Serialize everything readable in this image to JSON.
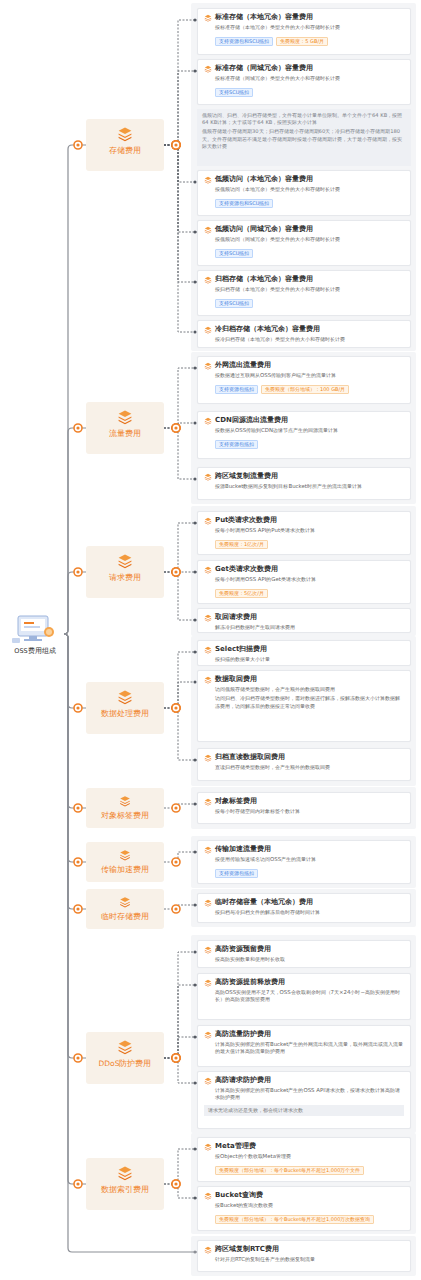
{
  "diagram": {
    "nodes": [
      {
        "text": [
          "OSS费用组成"
        ]
      },
      {
        "text": [
          "存储费用"
        ]
      },
      {
        "text": [
          "标准存储（本地冗余）容量费用",
          "按标准存储（本地冗余）类型文件的大小和存储时长计费",
          "支持资源包和SCU抵扣",
          "免费额度：5 GB/月"
        ]
      },
      {
        "text": [
          "标准存储（同城冗余）容量费用",
          "按标准存储（同城冗余）类型文件的大小和存储时长计费",
          "支持SCU抵扣"
        ]
      },
      {
        "text": [
          "低频访问、归档、冷归档存储类型，文件有最小计量单位限制。单个文件小于64 KB，按照64 KB计算；大于或等于64 KB，按照实际大小计算",
          "低频存储最小存储周期30天；归档存储最小存储周期60天；冷归档存储最小存储周期180天。文件存储周期若不满足最小存储周期时按最小存储周期计费，大于最小存储周期，按实际天数计费"
        ]
      },
      {
        "text": [
          "低频访问（本地冗余）容量费用",
          "按低频访问（本地冗余）类型文件的大小和存储时长计费",
          "支持资源包和SCU抵扣"
        ]
      },
      {
        "text": [
          "低频访问（同城冗余）容量费用",
          "按低频访问（同城冗余）类型文件的大小和存储时长计费",
          "支持SCU抵扣"
        ]
      },
      {
        "text": [
          "归档存储（本地冗余）容量费用",
          "按归档存储（本地冗余）类型文件的大小和存储时长计费",
          "支持SCU抵扣"
        ]
      },
      {
        "text": [
          "冷归档存储（本地冗余）容量费用",
          "按冷归档存储（本地冗余）类型文件的大小和存储时长计费"
        ]
      },
      {
        "text": [
          "流量费用"
        ]
      },
      {
        "text": [
          "外网流出流量费用",
          "按数据通过互联网从OSS传输到客户端产生的流量计算",
          "支持资源包抵扣",
          "免费额度（部分地域）：100 GB/月"
        ]
      },
      {
        "text": [
          "CDN回源流出流量费用",
          "按数据从OSS传输到CDN边缘节点产生的回源流量计算",
          "支持资源包抵扣"
        ]
      },
      {
        "text": [
          "跨区域复制流量费用",
          "按源Bucket数据同步复制到目标Bucket时所产生的流出流量计算"
        ]
      },
      {
        "text": [
          "请求费用"
        ]
      },
      {
        "text": [
          "Put类请求次数费用",
          "按每小时调用OSS API的Put类请求次数计算",
          "免费额度：1亿次/月"
        ]
      },
      {
        "text": [
          "Get类请求次数费用",
          "按每小时调用OSS API的Get类请求次数计算",
          "免费额度：5亿次/月"
        ]
      },
      {
        "text": [
          "取回请求费用",
          "解冻冷归档数据时产生取回请求费用"
        ]
      },
      {
        "text": [
          "数据处理费用"
        ]
      },
      {
        "text": [
          "Select扫描费用",
          "按扫描的数据量大小计量"
        ]
      },
      {
        "text": [
          "数据取回费用",
          "访问低频存储类型数据时，会产生额外的数据取回费用",
          "访问归档、冷归档存储类型数据时，需对数据进行解冻，按解冻数据大小计算数据解冻费用，访问解冻后的数据按正常访问量收费"
        ]
      },
      {
        "text": [
          "归档直读数据取回费用",
          "直读归档存储类型数据时，会产生额外的数据取回费"
        ]
      },
      {
        "text": [
          "对象标签费用"
        ]
      },
      {
        "text": [
          "对象标签费用",
          "按每小时存储空间内对象标签个数计算"
        ]
      },
      {
        "text": [
          "传输加速费用"
        ]
      },
      {
        "text": [
          "传输加速流量费用",
          "按使用传输加速域名访问OSS产生的流量计算",
          "支持资源包抵扣"
        ]
      },
      {
        "text": [
          "临时存储费用"
        ]
      },
      {
        "text": [
          "临时存储容量（本地冗余）费用",
          "按归档与冷归档文件的解冻后临时存储时间计算"
        ]
      },
      {
        "text": [
          "DDoS防护费用"
        ]
      },
      {
        "text": [
          "高防资源预留费用",
          "按高防实例数量和使用时长收取"
        ]
      },
      {
        "text": [
          "高防资源提前释放费用",
          "高防OSS实例使用不足7天，OSS会收取剩余时间（7天×24小时−高防实例使用时长）的高防资源预留费用"
        ]
      },
      {
        "text": [
          "高防流量防护费用",
          "计算高防实例绑定的所有Bucket产生的外网流出和流入流量，取外网流出或流入流量的最大值计算高防流量防护费用"
        ]
      },
      {
        "text": [
          "高防请求防护费用",
          "计算高防实例绑定的所有Bucket产生的OSS API请求次数，按请求次数计算高防请求防护费用",
          "请求无论成功还是失败，都会统计请求次数"
        ]
      },
      {
        "text": [
          "数据索引费用"
        ]
      },
      {
        "text": [
          "Meta管理费",
          "按Object的个数收取Meta管理费",
          "免费额度（部分地域）：每个Bucket每月不超过1,000万个文件"
        ]
      },
      {
        "text": [
          "Bucket查询费",
          "按Bucket的查询次数收费",
          "免费额度（部分地域）：每个Bucket每月不超过1,000万次数据查询"
        ]
      },
      {
        "text": [
          "跨区域复制RTC费用",
          "针对开启RTC的复制任务产生的数据复制流量"
        ]
      }
    ],
    "edges": [
      {
        "from": 0,
        "to": 1,
        "arrow": "none"
      },
      {
        "from": 1,
        "to": 2,
        "arrow": "none"
      },
      {
        "from": 1,
        "to": 3,
        "arrow": "none"
      },
      {
        "from": 1,
        "to": 5,
        "arrow": "none"
      },
      {
        "from": 1,
        "to": 6,
        "arrow": "none"
      },
      {
        "from": 1,
        "to": 7,
        "arrow": "none"
      },
      {
        "from": 1,
        "to": 8,
        "arrow": "none"
      },
      {
        "from": 0,
        "to": 9,
        "arrow": "none"
      },
      {
        "from": 9,
        "to": 10,
        "arrow": "none"
      },
      {
        "from": 9,
        "to": 11,
        "arrow": "none"
      },
      {
        "from": 9,
        "to": 12,
        "arrow": "none"
      },
      {
        "from": 0,
        "to": 13,
        "arrow": "none"
      },
      {
        "from": 13,
        "to": 14,
        "arrow": "none"
      },
      {
        "from": 13,
        "to": 15,
        "arrow": "none"
      },
      {
        "from": 13,
        "to": 16,
        "arrow": "none"
      },
      {
        "from": 0,
        "to": 17,
        "arrow": "none"
      },
      {
        "from": 17,
        "to": 18,
        "arrow": "none"
      },
      {
        "from": 17,
        "to": 19,
        "arrow": "none"
      },
      {
        "from": 17,
        "to": 20,
        "arrow": "none"
      },
      {
        "from": 0,
        "to": 21,
        "arrow": "none"
      },
      {
        "from": 21,
        "to": 22,
        "arrow": "none"
      },
      {
        "from": 0,
        "to": 23,
        "arrow": "none"
      },
      {
        "from": 23,
        "to": 24,
        "arrow": "none"
      },
      {
        "from": 0,
        "to": 25,
        "arrow": "none"
      },
      {
        "from": 25,
        "to": 26,
        "arrow": "none"
      },
      {
        "from": 0,
        "to": 27,
        "arrow": "none"
      },
      {
        "from": 27,
        "to": 28,
        "arrow": "none"
      },
      {
        "from": 27,
        "to": 29,
        "arrow": "none"
      },
      {
        "from": 27,
        "to": 30,
        "arrow": "none"
      },
      {
        "from": 27,
        "to": 31,
        "arrow": "none"
      },
      {
        "from": 0,
        "to": 32,
        "arrow": "none"
      },
      {
        "from": 32,
        "to": 33,
        "arrow": "none"
      },
      {
        "from": 32,
        "to": 34,
        "arrow": "none"
      },
      {
        "from": 0,
        "to": 35,
        "arrow": "none"
      }
    ]
  }
}
